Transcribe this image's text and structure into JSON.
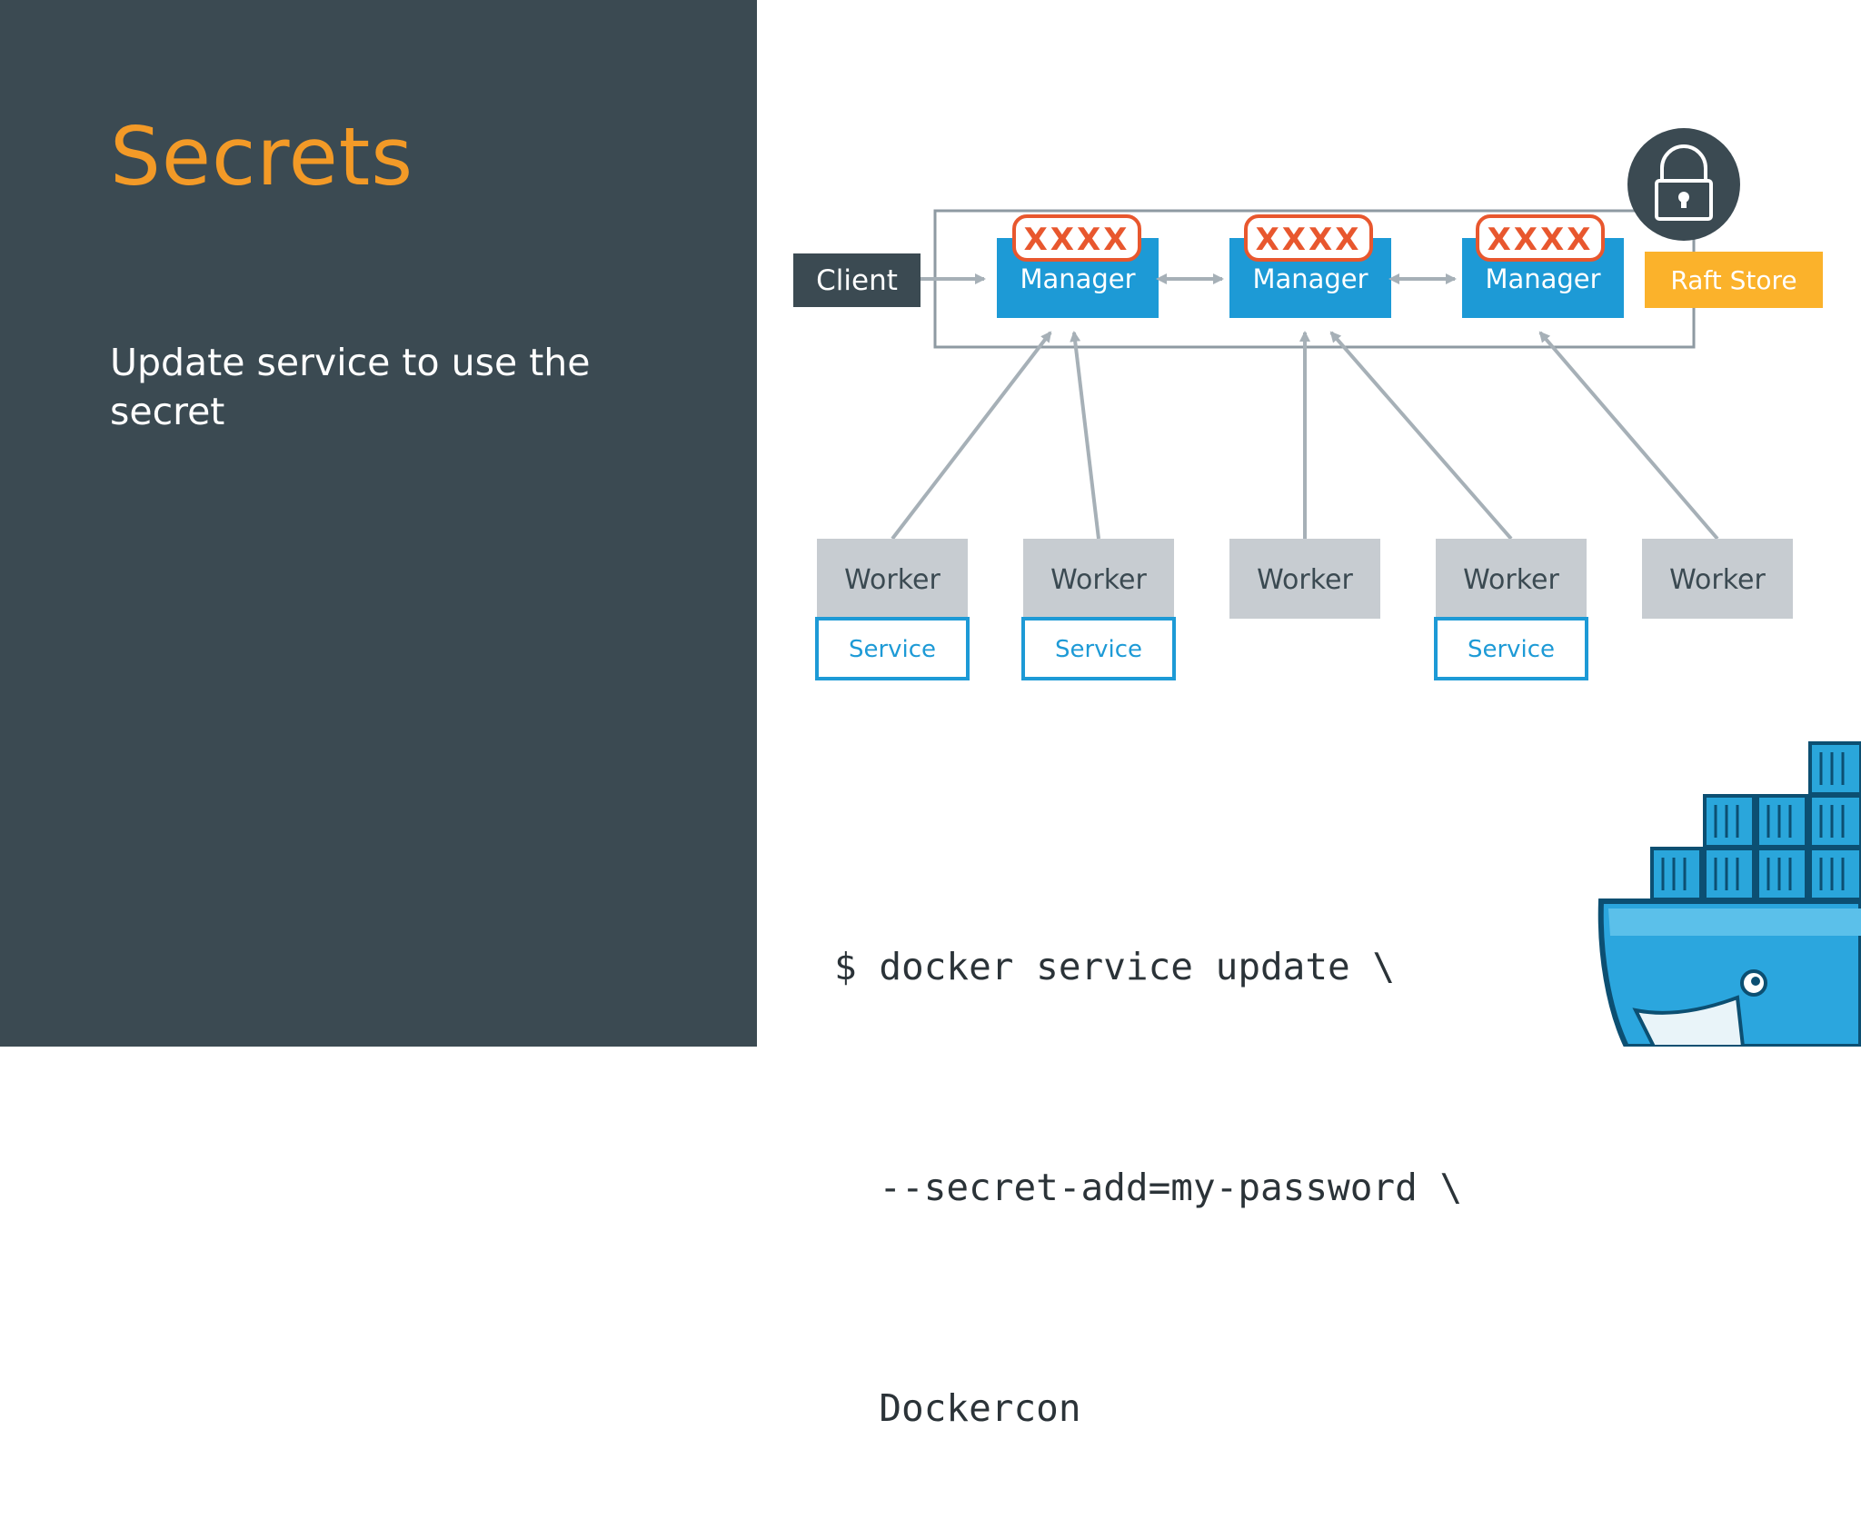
{
  "slide": {
    "title": "Secrets",
    "body": "Update service to use the secret"
  },
  "diagram": {
    "client_label": "Client",
    "managers": [
      {
        "label": "Manager",
        "secret": "XXXX"
      },
      {
        "label": "Manager",
        "secret": "XXXX"
      },
      {
        "label": "Manager",
        "secret": "XXXX"
      }
    ],
    "raft_store_label": "Raft Store",
    "lock_icon": "lock-icon",
    "workers": [
      {
        "label": "Worker",
        "service": "Service"
      },
      {
        "label": "Worker",
        "service": "Service"
      },
      {
        "label": "Worker",
        "service": ""
      },
      {
        "label": "Worker",
        "service": "Service"
      },
      {
        "label": "Worker",
        "service": ""
      }
    ]
  },
  "command": {
    "line1": "$ docker service update \\",
    "line2": "  --secret-add=my-password \\",
    "line3": "  Dockercon"
  },
  "colors": {
    "panel": "#3b4a52",
    "title": "#f39a27",
    "manager": "#1d9ad6",
    "raft_store": "#fbb22b",
    "secret": "#e8572e",
    "worker": "#c7ccd1",
    "arrow": "#a6b0b7"
  },
  "logo": "docker-whale-logo"
}
